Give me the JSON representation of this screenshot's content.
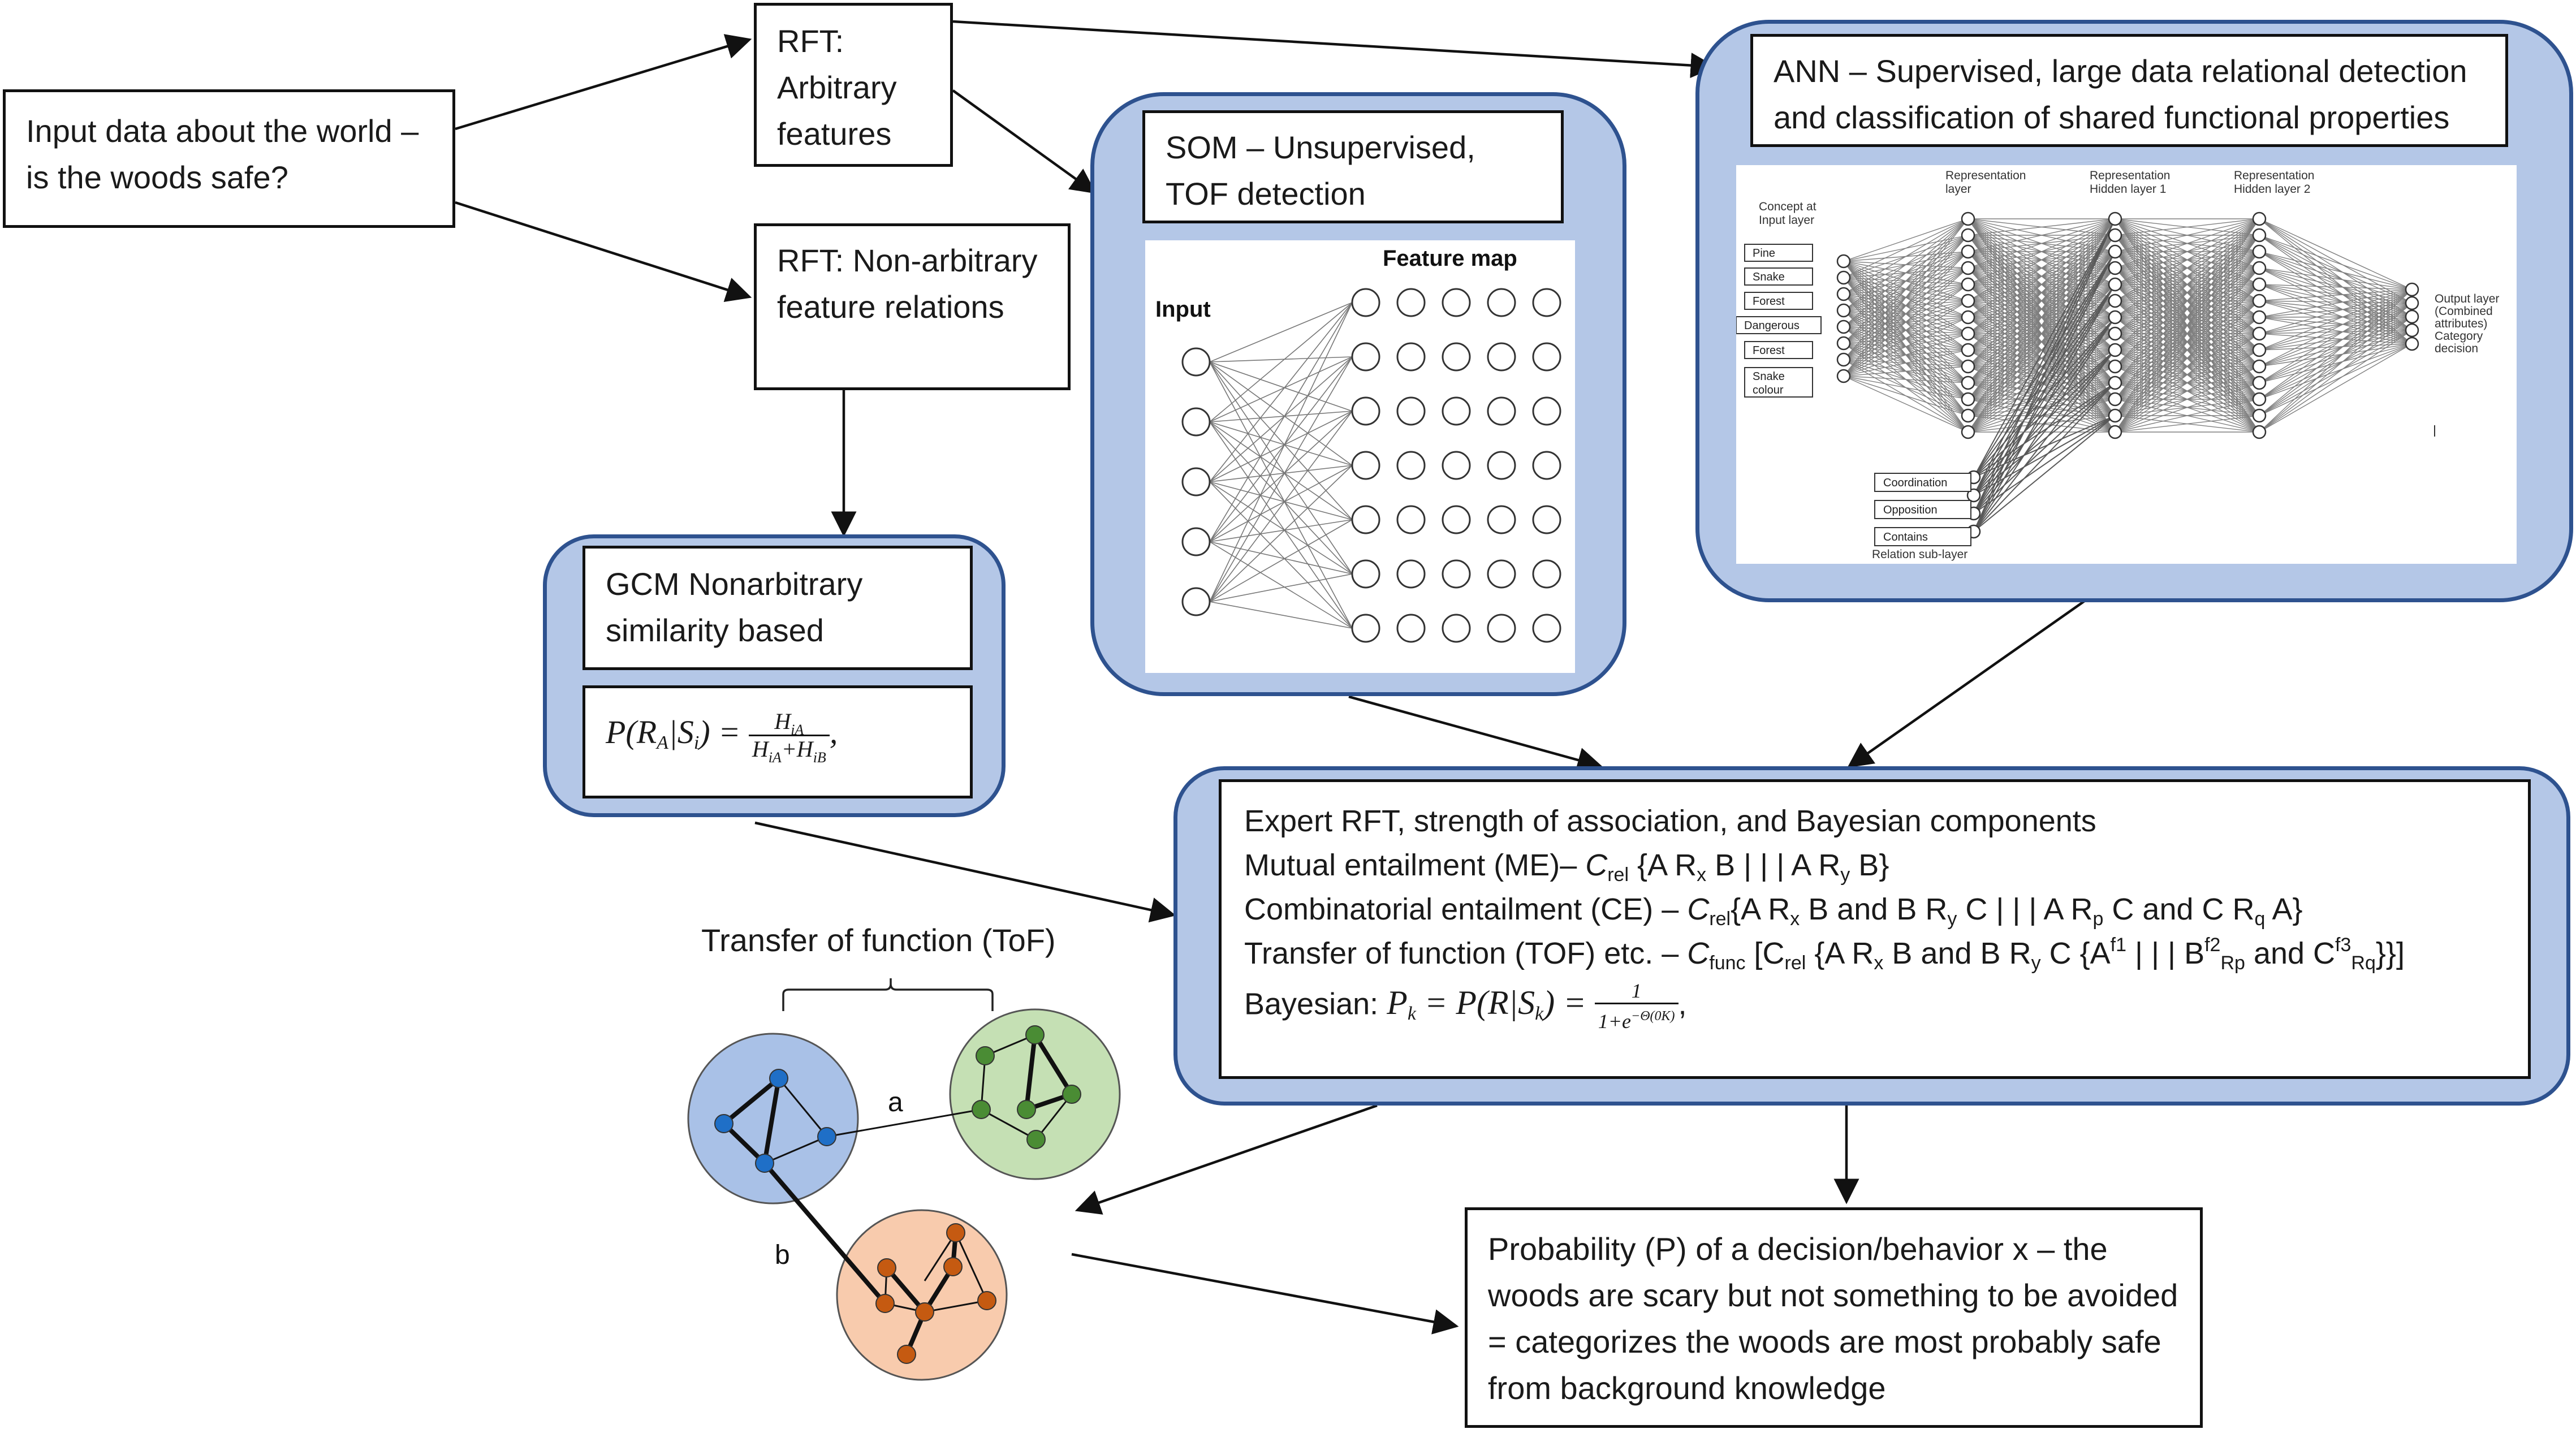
{
  "boxes": {
    "input": "Input data about the world – is the woods safe?",
    "rft_arbitrary": "RFT: Arbitrary features",
    "rft_nonarbitrary": "RFT: Non-arbitrary feature relations",
    "gcm_title": "GCM Nonarbitrary similarity based",
    "gcm_formula_lhs": "P(R",
    "gcm_formula_sub_a": "A",
    "gcm_formula_mid": "|S",
    "gcm_formula_sub_i": "i",
    "gcm_formula_rhs": ") =",
    "gcm_frac_num": "H",
    "gcm_frac_num_sub": "iA",
    "gcm_frac_den": "H",
    "gcm_frac_den_sub1": "iA",
    "gcm_frac_den_plus": "+H",
    "gcm_frac_den_sub2": "iB",
    "gcm_formula_end": ",",
    "som_title": "SOM – Unsupervised, TOF detection",
    "ann_title": "ANN – Supervised, large data relational detection and classification of shared functional properties",
    "prob": "Probability (P) of a decision/behavior x – the woods are scary but not something to be avoided = categorizes the woods are most probably safe from background knowledge"
  },
  "expert": {
    "line1": "Expert RFT, strength of association, and Bayesian components",
    "line2_a": "Mutual entailment (ME)– ",
    "line2_c": "C",
    "line2_c_sub": "rel",
    "line2_b": " {A R",
    "line2_x": "x",
    "line2_c2": " B | | | A R",
    "line2_y": "y",
    "line2_d": " B}",
    "line3_a": "Combinatorial entailment (CE) – ",
    "line3_c": "C",
    "line3_c_sub": "rel",
    "line3_b": "{A R",
    "line3_x": "x",
    "line3_c2": " B and B R",
    "line3_y": "y",
    "line3_d": " C | | | A R",
    "line3_p": "p",
    "line3_e": " C and C R",
    "line3_q": "q",
    "line3_f": " A}",
    "line4_a": "Transfer of function (TOF) etc. – ",
    "line4_c": "C",
    "line4_c_sub": "func",
    "line4_b": " [C",
    "line4_rel": "rel",
    "line4_c2": " {A R",
    "line4_x": "x",
    "line4_d": " B and B R",
    "line4_y": "y",
    "line4_e": " C {A",
    "line4_f1": "f1",
    "line4_g": " | | | B",
    "line4_f2": "f2",
    "line4_rp": "Rp",
    "line4_h": " and C",
    "line4_f3": "f3",
    "line4_rq": "Rq",
    "line4_i": "}}]",
    "line5_a": "Bayesian:  ",
    "line5_formula": "P",
    "line5_k": "k",
    "line5_eq": " = P(R|S",
    "line5_k2": "k",
    "line5_eq2": ") = ",
    "line5_num": "1",
    "line5_den": "1+e",
    "line5_den_sup": "−Θ(0K)",
    "line5_end": ","
  },
  "som_figure": {
    "input_label": "Input",
    "feature_map_label": "Feature map",
    "input_nodes": 5,
    "map_rows": 7,
    "map_cols": 5
  },
  "ann_figure": {
    "concept_label_1": "Concept at",
    "concept_label_2": "Input layer",
    "input_items": [
      "Pine",
      "Snake",
      "Forest",
      "Dangerous",
      "Forest",
      "Snake",
      "colour"
    ],
    "relation_items": [
      "Coordination",
      "Opposition",
      "Contains"
    ],
    "relation_label": "Relation sub-layer",
    "rep_layer_1": "Representation",
    "rep_layer_2": "layer",
    "hidden1_1": "Representation",
    "hidden1_2": "Hidden layer 1",
    "hidden2_1": "Representation",
    "hidden2_2": "Hidden layer 2",
    "output_1": "Output layer",
    "output_2": "(Combined",
    "output_3": "attributes)",
    "output_4": "Category",
    "output_5": "decision"
  },
  "tof": {
    "title": "Transfer of function (ToF)",
    "edge_a": "a",
    "edge_b": "b",
    "colors": {
      "blue_fill": "#a9c1e7",
      "blue_node": "#1f6fc7",
      "green_fill": "#c5e0b4",
      "green_node": "#4a8c34",
      "orange_fill": "#f8cbad",
      "orange_node": "#c55a11"
    }
  },
  "colors": {
    "panel_fill": "#b4c7e7",
    "panel_border": "#2e528f",
    "box_border": "#111111"
  }
}
